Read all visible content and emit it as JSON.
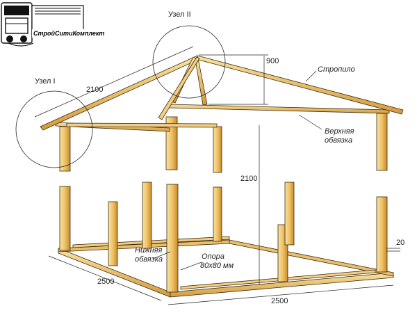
{
  "logo": {
    "text": "СтройСитиКомплект",
    "icon": "truck-icon"
  },
  "labels": {
    "node1": "Узел I",
    "node2": "Узел II",
    "rafter": "Стропило",
    "top_frame_1": "Верхняя",
    "top_frame_2": "обвязка",
    "bottom_frame_1": "Нижняя",
    "bottom_frame_2": "обвязка",
    "support_1": "Опора",
    "support_2": "80х80 мм"
  },
  "dimensions": {
    "ridge_height": "900",
    "rafter_length": "2100",
    "post_height": "2100",
    "width_left": "2500",
    "width_front": "2500",
    "base_offset": "20"
  },
  "colors": {
    "wood_light": "#f6d27a",
    "wood_mid": "#e8b04a",
    "wood_dark": "#c98a2a",
    "outline": "#3a2a10"
  }
}
